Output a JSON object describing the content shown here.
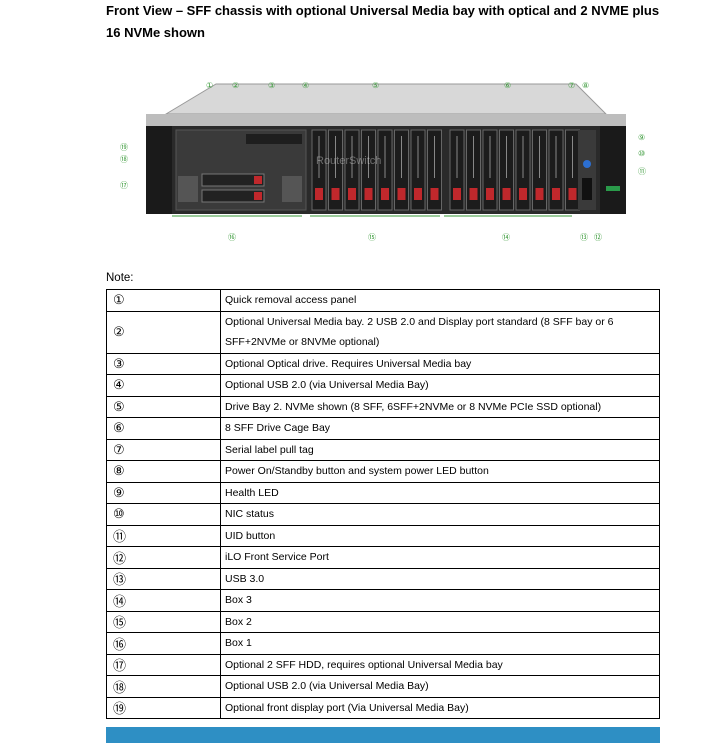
{
  "title": "Front View – SFF chassis with optional Universal Media bay with optical and 2 NVME plus 16 NVMe shown",
  "watermark": "RouterSwitch",
  "note_label": "Note:",
  "callouts": {
    "c1": "①",
    "c2": "②",
    "c3": "③",
    "c4": "④",
    "c5": "⑤",
    "c6": "⑥",
    "c7": "⑦",
    "c8": "⑧",
    "c9": "⑨",
    "c10": "⑩",
    "c11": "⑪",
    "c12": "⑫",
    "c13": "⑬",
    "c14": "⑭",
    "c15": "⑮",
    "c16": "⑯",
    "c17": "⑰",
    "c18": "⑱",
    "c19": "⑲"
  },
  "rows": [
    {
      "num": "①",
      "desc": "Quick removal access panel"
    },
    {
      "num": "②",
      "desc": "Optional Universal Media bay. 2 USB 2.0 and Display port standard (8 SFF bay or 6 SFF+2NVMe or 8NVMe optional)"
    },
    {
      "num": "③",
      "desc": "Optional Optical drive. Requires Universal Media bay"
    },
    {
      "num": "④",
      "desc": "Optional USB 2.0 (via Universal Media Bay)"
    },
    {
      "num": "⑤",
      "desc": "Drive Bay 2. NVMe shown (8 SFF, 6SFF+2NVMe or 8 NVMe PCIe SSD optional)"
    },
    {
      "num": "⑥",
      "desc": "8 SFF Drive Cage Bay"
    },
    {
      "num": "⑦",
      "desc": "Serial label pull tag"
    },
    {
      "num": "⑧",
      "desc": "Power On/Standby button and system power LED button"
    },
    {
      "num": "⑨",
      "desc": "Health LED"
    },
    {
      "num": "⑩",
      "desc": "NIC status"
    },
    {
      "num": "⑪",
      "desc": "UID button"
    },
    {
      "num": "⑫",
      "desc": "iLO Front Service Port"
    },
    {
      "num": "⑬",
      "desc": "USB 3.0"
    },
    {
      "num": "⑭",
      "desc": "Box 3"
    },
    {
      "num": "⑮",
      "desc": "Box 2"
    },
    {
      "num": "⑯",
      "desc": "Box 1"
    },
    {
      "num": "⑰",
      "desc": "Optional 2 SFF HDD, requires optional Universal Media bay"
    },
    {
      "num": "⑱",
      "desc": "Optional USB 2.0 (via Universal Media Bay)"
    },
    {
      "num": "⑲",
      "desc": "Optional front display port (Via Universal Media Bay)"
    }
  ]
}
